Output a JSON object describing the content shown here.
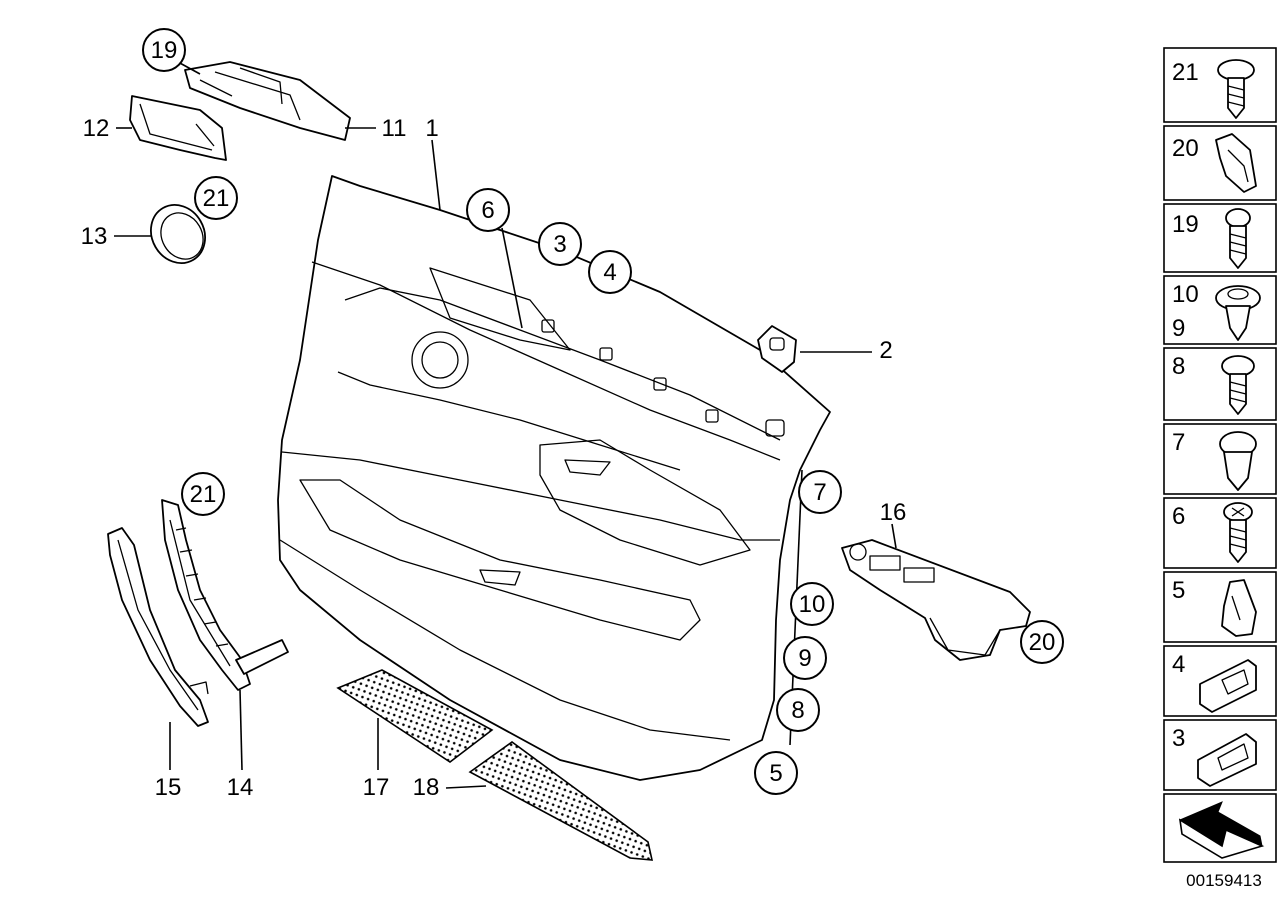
{
  "diagram": {
    "id_code": "00159413",
    "callouts_plain": [
      {
        "id": "c1",
        "text": "1"
      },
      {
        "id": "c2",
        "text": "2"
      },
      {
        "id": "c11",
        "text": "11"
      },
      {
        "id": "c12",
        "text": "12"
      },
      {
        "id": "c13",
        "text": "13"
      },
      {
        "id": "c14",
        "text": "14"
      },
      {
        "id": "c15",
        "text": "15"
      },
      {
        "id": "c16",
        "text": "16"
      },
      {
        "id": "c17",
        "text": "17"
      },
      {
        "id": "c18",
        "text": "18"
      }
    ],
    "callouts_circled": [
      {
        "id": "k19",
        "text": "19"
      },
      {
        "id": "k21a",
        "text": "21"
      },
      {
        "id": "k6",
        "text": "6"
      },
      {
        "id": "k3",
        "text": "3"
      },
      {
        "id": "k4",
        "text": "4"
      },
      {
        "id": "k21b",
        "text": "21"
      },
      {
        "id": "k7",
        "text": "7"
      },
      {
        "id": "k10",
        "text": "10"
      },
      {
        "id": "k9",
        "text": "9"
      },
      {
        "id": "k8",
        "text": "8"
      },
      {
        "id": "k5",
        "text": "5"
      },
      {
        "id": "k20",
        "text": "20"
      }
    ],
    "legend": [
      {
        "label": "21",
        "icon": "screw-icon"
      },
      {
        "label": "20",
        "icon": "clip-icon"
      },
      {
        "label": "19",
        "icon": "screw-icon"
      },
      {
        "label": "10",
        "label2": "9",
        "icon": "expanding-rivet-icon"
      },
      {
        "label": "8",
        "icon": "screw-icon"
      },
      {
        "label": "7",
        "icon": "expanding-rivet-icon"
      },
      {
        "label": "6",
        "icon": "screw-icon"
      },
      {
        "label": "5",
        "icon": "clip-nut-icon"
      },
      {
        "label": "4",
        "icon": "bracket-clip-icon"
      },
      {
        "label": "3",
        "icon": "bracket-clip-icon"
      },
      {
        "label": "",
        "icon": "direction-arrow-icon"
      }
    ]
  }
}
